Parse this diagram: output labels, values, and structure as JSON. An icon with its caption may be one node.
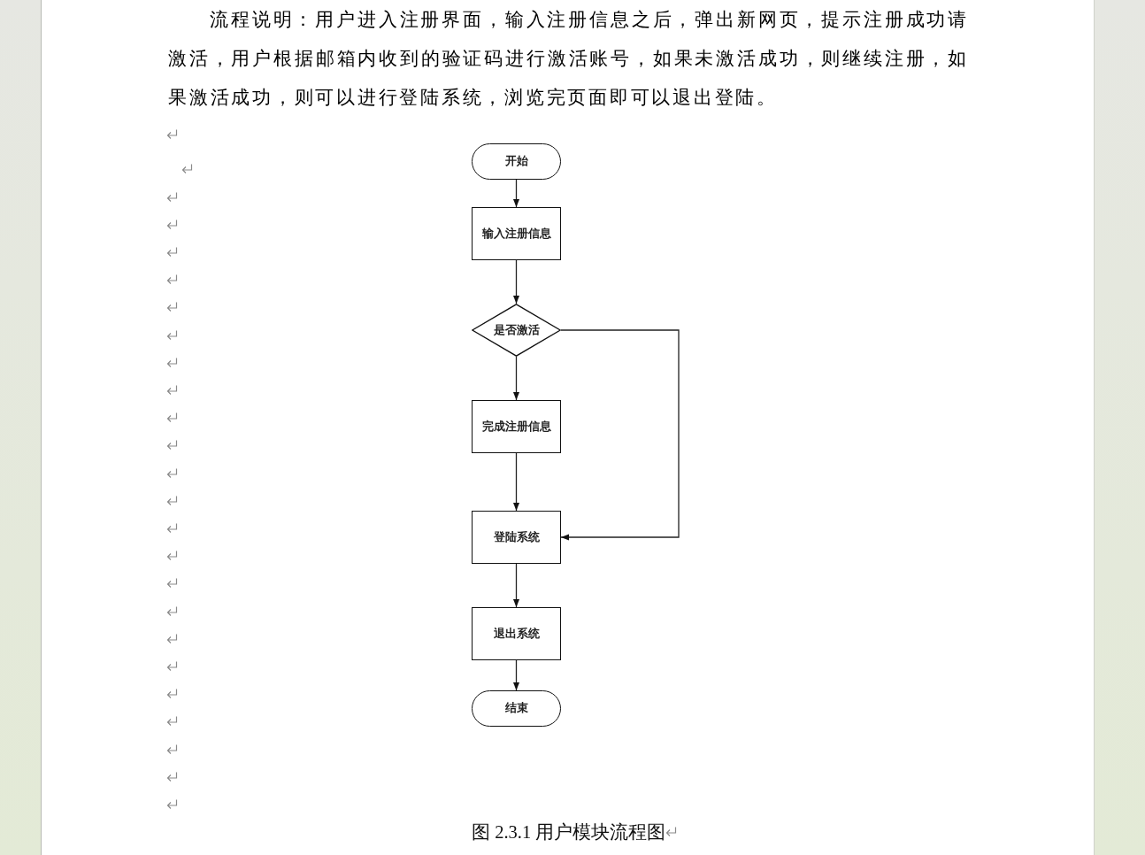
{
  "diagram": {
    "caption": "图 2.3.1 用户模块流程图",
    "nodes": [
      {
        "text": [
          "开始"
        ]
      },
      {
        "text": [
          "输入注册信息"
        ]
      },
      {
        "text": [
          "是否激活"
        ]
      },
      {
        "text": [
          "完成注册信息"
        ]
      },
      {
        "text": [
          "登陆系统"
        ]
      },
      {
        "text": [
          "退出系统"
        ]
      },
      {
        "text": [
          "结束"
        ]
      }
    ],
    "edges": [
      {
        "from": 0,
        "to": 1,
        "arrow": "to"
      },
      {
        "from": 1,
        "to": 2,
        "arrow": "to"
      },
      {
        "from": 2,
        "to": 3,
        "arrow": "to"
      },
      {
        "from": 2,
        "to": 4,
        "arrow": "to"
      },
      {
        "from": 3,
        "to": 4,
        "arrow": "to"
      },
      {
        "from": 4,
        "to": 5,
        "arrow": "to"
      },
      {
        "from": 5,
        "to": 6,
        "arrow": "to"
      }
    ],
    "labels": [
      "流程说明：用户进入注册界面，输入注册信息之后，弹出新网页，提示注册成功请激活，用户根据邮箱内收到的验证码进行激活账号，如果未激活成功，则继续注册，如果激活成功，则可以进行登陆系统，浏览完页面即可以退出登陆。"
    ]
  }
}
